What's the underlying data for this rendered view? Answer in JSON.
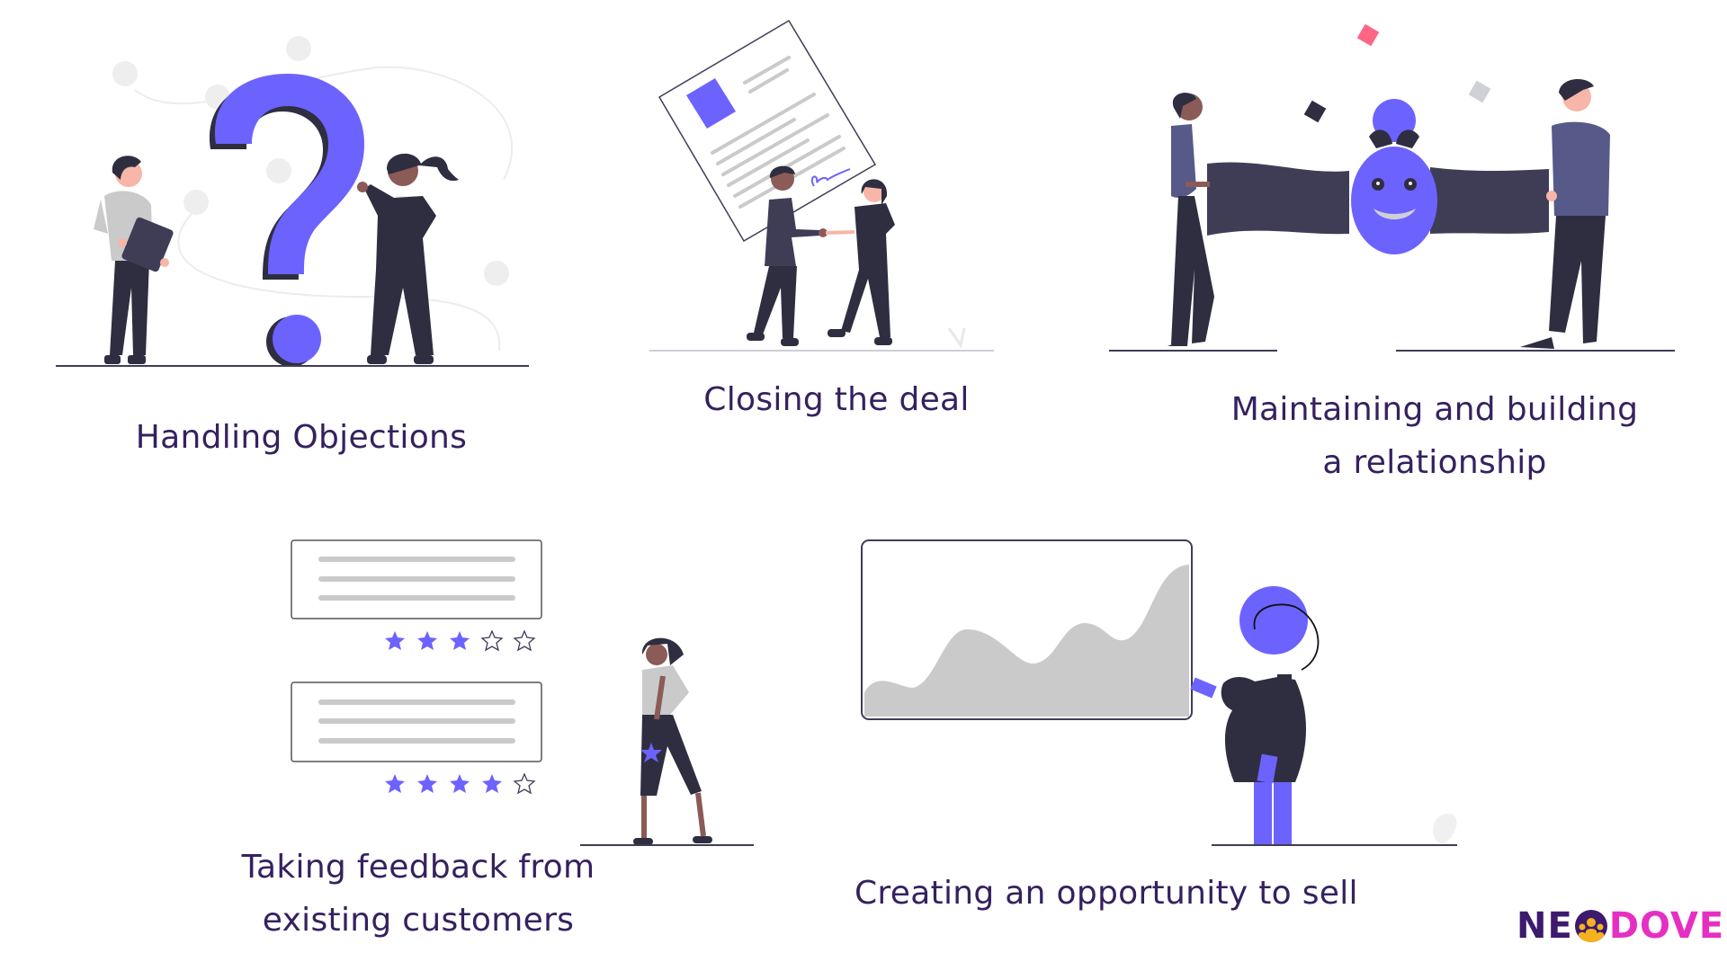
{
  "colors": {
    "accent": "#6c63ff",
    "dark": "#2f2e41",
    "caption": "#35215f",
    "logo_dark": "#3d1a6e",
    "logo_magenta": "#e52fc3",
    "gray_fill": "#cacaca"
  },
  "sections": [
    {
      "id": "handling-objections",
      "caption": "Handling Objections",
      "illustration": "question-mark-with-two-people"
    },
    {
      "id": "closing-the-deal",
      "caption": "Closing the deal",
      "illustration": "signed-contract-handshake"
    },
    {
      "id": "maintaining-relationship",
      "caption_lines": [
        "Maintaining and building",
        "a relationship"
      ],
      "illustration": "two-people-holding-smiley-banner"
    },
    {
      "id": "taking-feedback",
      "caption_lines": [
        "Taking feedback from",
        "existing customers"
      ],
      "illustration": "review-cards-with-star-ratings",
      "ratings": [
        {
          "filled": 3,
          "total": 5
        },
        {
          "filled": 4,
          "total": 5
        }
      ]
    },
    {
      "id": "creating-opportunity",
      "caption": "Creating an opportunity to sell",
      "illustration": "person-pointing-at-area-chart-board"
    }
  ],
  "logo": {
    "left": "NE",
    "right": "DOVE",
    "mark_icon": "people-group-icon"
  }
}
